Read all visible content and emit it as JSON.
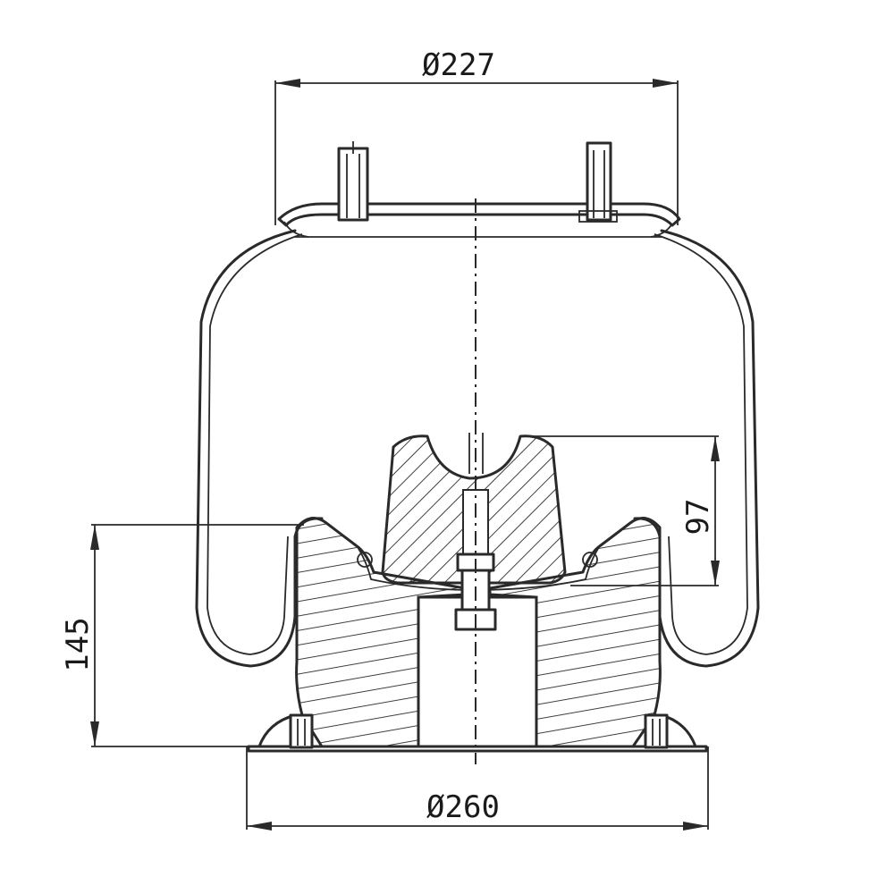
{
  "dimensions": {
    "top_diameter": "Ø227",
    "bottom_diameter": "Ø260",
    "height_piston": "145",
    "height_bumper": "97"
  },
  "colors": {
    "line": "#2a2a2a",
    "background": "#ffffff"
  }
}
